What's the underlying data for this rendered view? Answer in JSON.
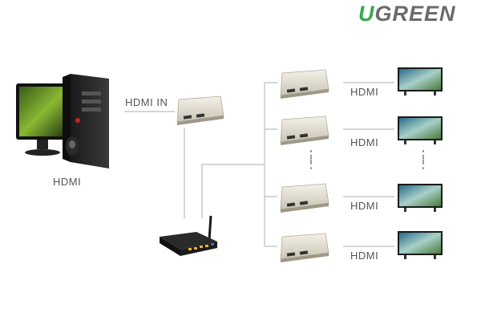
{
  "brand": {
    "logo_first": "U",
    "logo_rest": "GREEN",
    "accent_color": "#35a84a"
  },
  "source": {
    "device": "desktop-computer-icon",
    "label": "HDMI"
  },
  "transmitter": {
    "device": "hdmi-extender-icon",
    "input_label": "HDMI  IN"
  },
  "router": {
    "device": "wireless-router-icon"
  },
  "receivers": [
    {
      "device": "hdmi-extender-icon",
      "output_label": "HDMI",
      "display": "tv-monitor-icon"
    },
    {
      "device": "hdmi-extender-icon",
      "output_label": "HDMI",
      "display": "tv-monitor-icon"
    },
    {
      "device": "hdmi-extender-icon",
      "output_label": "HDMI",
      "display": "tv-monitor-icon"
    },
    {
      "device": "hdmi-extender-icon",
      "output_label": "HDMI",
      "display": "tv-monitor-icon"
    }
  ],
  "ellipsis": "⋮"
}
